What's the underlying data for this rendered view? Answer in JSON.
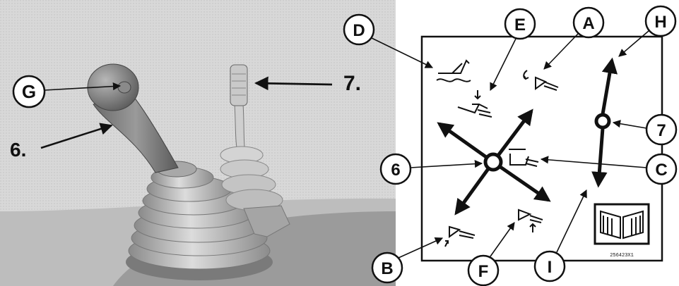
{
  "labels": {
    "G": "G",
    "six_left": "6.",
    "seven_left": "7.",
    "D": "D",
    "E": "E",
    "A": "A",
    "H": "H",
    "seven_right": "7",
    "six_right": "6",
    "C": "C",
    "B": "B",
    "F": "F",
    "I": "I"
  },
  "decal_code": "256423X1",
  "icons": {
    "D": "boom-float-icon",
    "E": "bucket-curl-lower-icon",
    "A": "bucket-curl-icon",
    "C": "bucket-level-icon",
    "B": "boom-lower-icon",
    "F": "bucket-dump-raise-icon",
    "I": "operator-manual-icon"
  },
  "colors": {
    "line": "#111111",
    "panel": "#ffffff",
    "photo_bg": "#d6d6d6"
  }
}
